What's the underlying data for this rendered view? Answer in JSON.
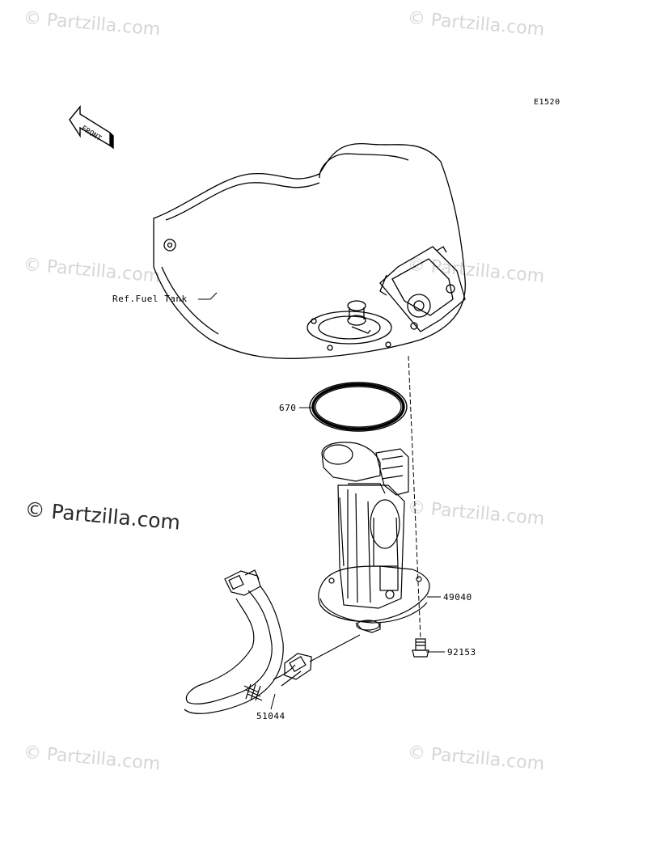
{
  "diagram_code": "E1520",
  "front_label": "FRONT",
  "watermark_text": "© Partzilla.com",
  "callouts": {
    "fuel_tank": "Ref.Fuel Tank",
    "gasket": "670",
    "fuel_pump": "49040",
    "bolt": "92153",
    "hose": "51044"
  },
  "colors": {
    "line": "#000000",
    "watermark": "#d6d6d6",
    "background": "#ffffff"
  }
}
